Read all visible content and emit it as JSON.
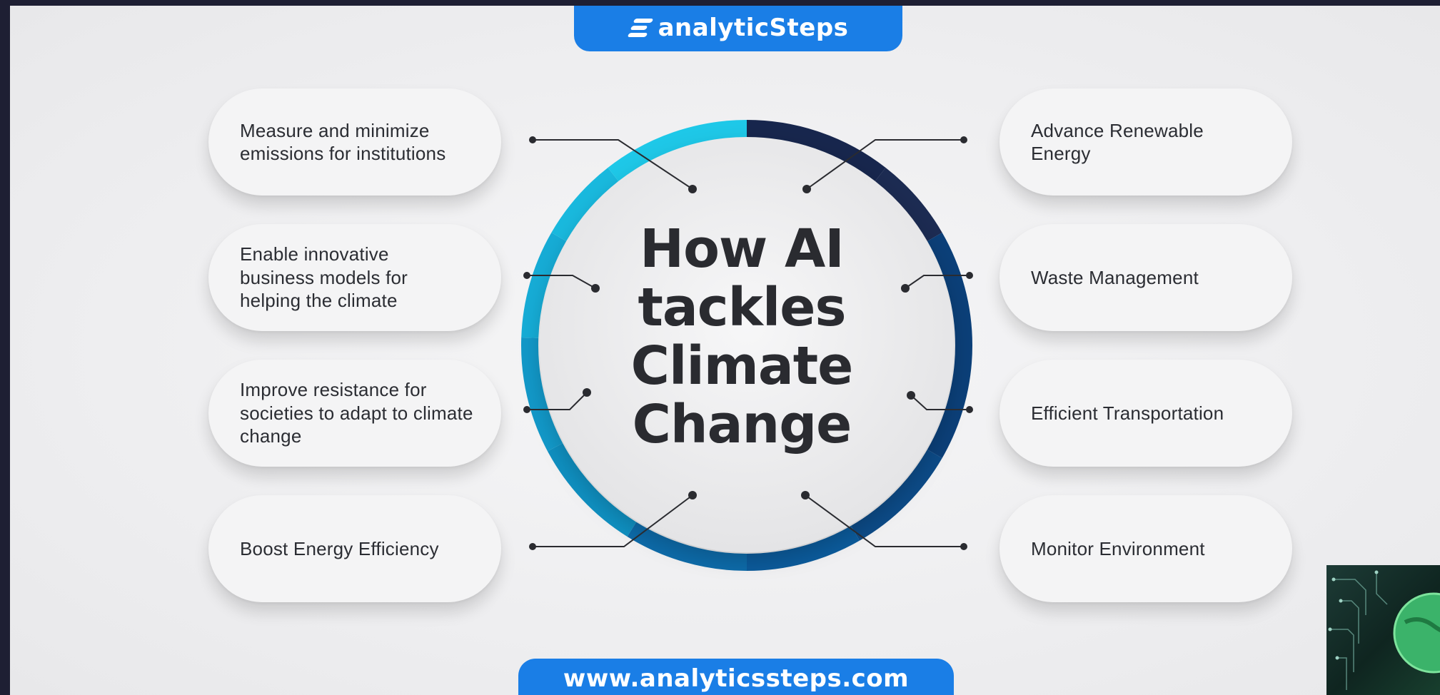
{
  "brand": {
    "logo_text": "analyticSteps",
    "url": "www.analyticssteps.com"
  },
  "center": {
    "title": "How AI tackles Climate Change"
  },
  "left_items": [
    {
      "label": "Measure and minimize emissions for institutions"
    },
    {
      "label": "Enable innovative business models for helping the climate"
    },
    {
      "label": "Improve resistance for societies to adapt to climate change"
    },
    {
      "label": "Boost Energy Efficiency"
    }
  ],
  "right_items": [
    {
      "label": "Advance Renewable Energy"
    },
    {
      "label": "Waste Management"
    },
    {
      "label": "Efficient Transportation"
    },
    {
      "label": "Monitor Environment"
    }
  ],
  "colors": {
    "brand_blue": "#1a7ee6",
    "ring_light": "#1ec8e8",
    "ring_mid": "#0f8fc0",
    "ring_dark": "#0b3f78",
    "ring_darkest": "#17264d",
    "background": "#1e1f33"
  },
  "thumbnail": {
    "icon": "circuit-globe-image"
  }
}
